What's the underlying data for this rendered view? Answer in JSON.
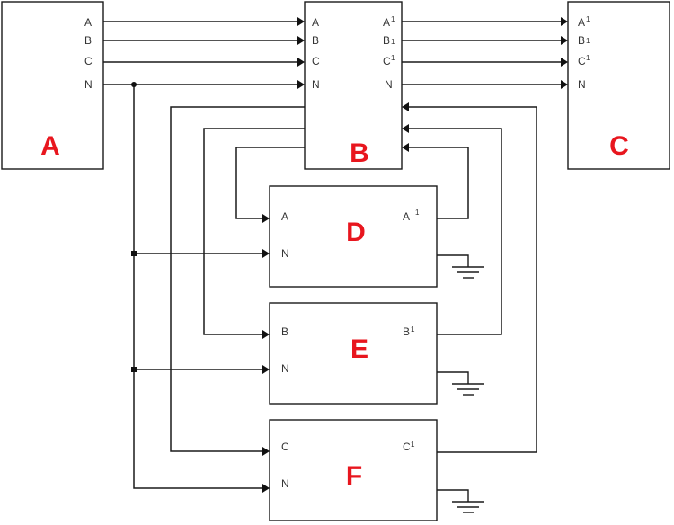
{
  "labels": {
    "A": "A",
    "B": "B",
    "C": "C",
    "D": "D",
    "E": "E",
    "F": "F"
  },
  "pins": {
    "A": [
      "A",
      "B",
      "C",
      "N"
    ],
    "B_in": [
      "A",
      "B",
      "C",
      "N"
    ],
    "B_out": [
      "A",
      "B",
      "C",
      "N"
    ],
    "C": [
      "A",
      "B",
      "C",
      "N"
    ],
    "D": [
      "A",
      "N",
      "A"
    ],
    "E": [
      "B",
      "N",
      "B"
    ],
    "F": [
      "C",
      "N",
      "C"
    ]
  },
  "prime_mark": "1",
  "colors": {
    "box_label": "#e8161e",
    "line": "#1a1a1a"
  }
}
